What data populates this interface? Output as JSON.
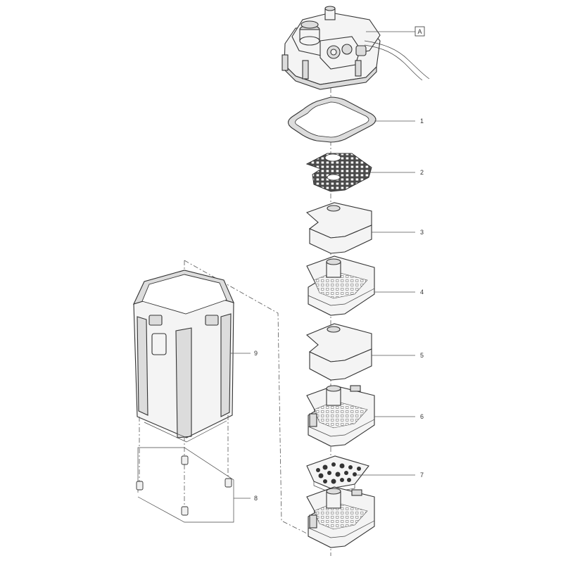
{
  "diagram": {
    "callouts": [
      {
        "id": "A",
        "label": "A",
        "boxed": true
      },
      {
        "id": "1",
        "label": "1"
      },
      {
        "id": "2",
        "label": "2"
      },
      {
        "id": "3",
        "label": "3"
      },
      {
        "id": "4",
        "label": "4"
      },
      {
        "id": "5",
        "label": "5"
      },
      {
        "id": "6",
        "label": "6"
      },
      {
        "id": "7",
        "label": "7"
      },
      {
        "id": "8",
        "label": "8"
      },
      {
        "id": "9",
        "label": "9"
      }
    ],
    "parts": [
      {
        "callout": "A",
        "kind": "pump-head"
      },
      {
        "callout": "1",
        "kind": "seal-ring"
      },
      {
        "callout": "2",
        "kind": "perforated-plate"
      },
      {
        "callout": "3",
        "kind": "foam-pad"
      },
      {
        "callout": "4",
        "kind": "basket"
      },
      {
        "callout": "5",
        "kind": "foam-pad"
      },
      {
        "callout": "6",
        "kind": "basket-with-handles"
      },
      {
        "callout": "7",
        "kind": "filter-media"
      },
      {
        "callout": "8",
        "kind": "feet"
      },
      {
        "callout": "9",
        "kind": "canister"
      }
    ],
    "colors": {
      "line": "#333333",
      "fill": "#f4f4f4",
      "shade": "#dcdcdc"
    }
  }
}
